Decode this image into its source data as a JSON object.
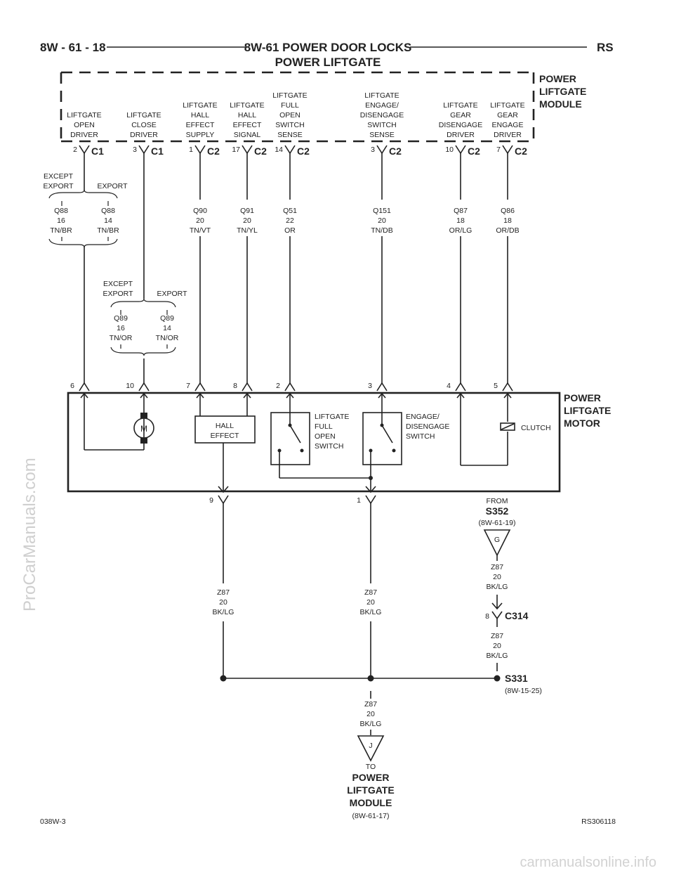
{
  "header": {
    "page_code": "8W - 61 - 18",
    "title_line1": "8W-61 POWER DOOR LOCKS",
    "title_line2": "POWER LIFTGATE",
    "model": "RS"
  },
  "module": {
    "name": [
      "POWER",
      "LIFTGATE",
      "MODULE"
    ],
    "terminals": [
      {
        "lines": [
          "LIFTGATE",
          "OPEN",
          "DRIVER"
        ],
        "pin": "2",
        "conn": "C1"
      },
      {
        "lines": [
          "LIFTGATE",
          "CLOSE",
          "DRIVER"
        ],
        "pin": "3",
        "conn": "C1"
      },
      {
        "lines": [
          "LIFTGATE",
          "HALL",
          "EFFECT",
          "SUPPLY"
        ],
        "pin": "1",
        "conn": "C2"
      },
      {
        "lines": [
          "LIFTGATE",
          "HALL",
          "EFFECT",
          "SIGNAL"
        ],
        "pin": "17",
        "conn": "C2"
      },
      {
        "lines": [
          "LIFTGATE",
          "FULL",
          "OPEN",
          "SWITCH",
          "SENSE"
        ],
        "pin": "14",
        "conn": "C2"
      },
      {
        "lines": [
          "LIFTGATE",
          "ENGAGE/",
          "DISENGAGE",
          "SWITCH",
          "SENSE"
        ],
        "pin": "3",
        "conn": "C2"
      },
      {
        "lines": [
          "LIFTGATE",
          "GEAR",
          "DISENGAGE",
          "DRIVER"
        ],
        "pin": "10",
        "conn": "C2"
      },
      {
        "lines": [
          "LIFTGATE",
          "GEAR",
          "ENGAGE",
          "DRIVER"
        ],
        "pin": "7",
        "conn": "C2"
      }
    ]
  },
  "wires": [
    {
      "circuit": "Q90",
      "gauge": "20",
      "color": "TN/VT"
    },
    {
      "circuit": "Q91",
      "gauge": "20",
      "color": "TN/YL"
    },
    {
      "circuit": "Q51",
      "gauge": "22",
      "color": "OR"
    },
    {
      "circuit": "Q151",
      "gauge": "20",
      "color": "TN/DB"
    },
    {
      "circuit": "Q87",
      "gauge": "18",
      "color": "OR/LG"
    },
    {
      "circuit": "Q86",
      "gauge": "18",
      "color": "OR/DB"
    }
  ],
  "splits": [
    {
      "left_label": [
        "EXCEPT",
        "EXPORT"
      ],
      "right_label": "EXPORT",
      "left": {
        "circuit": "Q88",
        "gauge": "16",
        "color": "TN/BR"
      },
      "right": {
        "circuit": "Q88",
        "gauge": "14",
        "color": "TN/BR"
      }
    },
    {
      "left_label": [
        "EXCEPT",
        "EXPORT"
      ],
      "right_label": "EXPORT",
      "left": {
        "circuit": "Q89",
        "gauge": "16",
        "color": "TN/OR"
      },
      "right": {
        "circuit": "Q89",
        "gauge": "14",
        "color": "TN/OR"
      }
    }
  ],
  "motor": {
    "name": [
      "POWER",
      "LIFTGATE",
      "MOTOR"
    ],
    "pins_top": [
      "6",
      "10",
      "7",
      "8",
      "2",
      "3",
      "4",
      "5"
    ],
    "pins_bottom": [
      "9",
      "1"
    ],
    "motor_symbol": "M",
    "hall_effect": [
      "HALL",
      "EFFECT"
    ],
    "full_open_switch": [
      "LIFTGATE",
      "FULL",
      "OPEN",
      "SWITCH"
    ],
    "engage_switch": [
      "ENGAGE/",
      "DISENGAGE",
      "SWITCH"
    ],
    "clutch": "CLUTCH"
  },
  "ground": {
    "wire": {
      "circuit": "Z87",
      "gauge": "20",
      "color": "BK/LG"
    },
    "from_label": "FROM",
    "from_splice": "S352",
    "from_ref": "(8W-61-19)",
    "g_label": "G",
    "c314_pin": "8",
    "c314": "C314",
    "splice": "S331",
    "splice_ref": "(8W-15-25)",
    "j_label": "J",
    "to_label": "TO",
    "to_lines": [
      "POWER",
      "LIFTGATE",
      "MODULE"
    ],
    "to_ref": "(8W-61-17)"
  },
  "footer": {
    "left_code": "038W-3",
    "right_code": "RS306118"
  },
  "watermarks": {
    "side": "ProCarManuals.com",
    "bottom": "carmanualsonline.info"
  }
}
